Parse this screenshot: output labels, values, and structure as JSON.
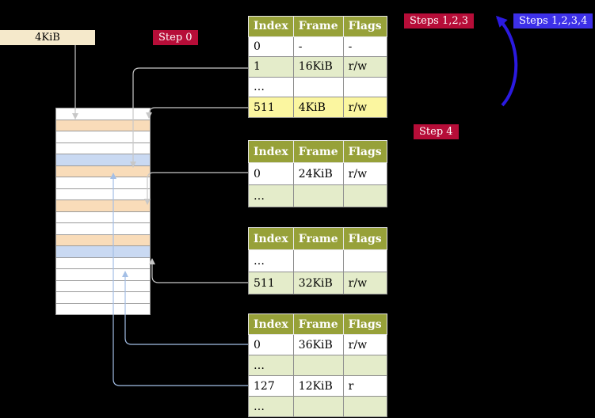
{
  "colors": {
    "background": "#000000",
    "table_header_bg": "#97a139",
    "table_row_alt_bg": "#e4ecca",
    "table_row_highlight_bg": "#fbf6a0",
    "memory_pagetable_frame": "#f9dcb9",
    "memory_mapped_frame": "#c9d9f2",
    "memory_free_frame": "#ffffff",
    "frame_box_bg": "#f5e9cb",
    "badge_crimson_bg": "#b60d38",
    "badge_blue_bg": "#3d30e8",
    "arrow_gray": "#c8c8c8",
    "arrow_light_blue": "#a4bfe6",
    "arrow_blue": "#2b1ae0"
  },
  "frame_box": {
    "label": "4KiB"
  },
  "badges": {
    "step0": "Step 0",
    "steps123": "Steps 1,2,3",
    "steps1234": "Steps 1,2,3,4",
    "step4": "Step 4"
  },
  "tables": [
    {
      "headers": [
        "Index",
        "Frame",
        "Flags"
      ],
      "rows": [
        {
          "cells": [
            "0",
            "-",
            "-"
          ],
          "style": "plain"
        },
        {
          "cells": [
            "1",
            "16KiB",
            "r/w"
          ],
          "style": "alt"
        },
        {
          "cells": [
            "…",
            "",
            ""
          ],
          "style": "plain"
        },
        {
          "cells": [
            "511",
            "4KiB",
            "r/w"
          ],
          "style": "highlight"
        }
      ]
    },
    {
      "headers": [
        "Index",
        "Frame",
        "Flags"
      ],
      "rows": [
        {
          "cells": [
            "0",
            "24KiB",
            "r/w"
          ],
          "style": "plain"
        },
        {
          "cells": [
            "…",
            "",
            ""
          ],
          "style": "alt"
        }
      ]
    },
    {
      "headers": [
        "Index",
        "Frame",
        "Flags"
      ],
      "rows": [
        {
          "cells": [
            "…",
            "",
            ""
          ],
          "style": "plain"
        },
        {
          "cells": [
            "511",
            "32KiB",
            "r/w"
          ],
          "style": "alt"
        }
      ]
    },
    {
      "headers": [
        "Index",
        "Frame",
        "Flags"
      ],
      "rows": [
        {
          "cells": [
            "0",
            "36KiB",
            "r/w"
          ],
          "style": "plain"
        },
        {
          "cells": [
            "…",
            "",
            ""
          ],
          "style": "alt"
        },
        {
          "cells": [
            "127",
            "12KiB",
            "r"
          ],
          "style": "plain"
        },
        {
          "cells": [
            "…",
            "",
            ""
          ],
          "style": "alt"
        }
      ]
    }
  ],
  "memory": {
    "rows": [
      {
        "color": "white"
      },
      {
        "color": "orange"
      },
      {
        "color": "white"
      },
      {
        "color": "white"
      },
      {
        "color": "blue"
      },
      {
        "color": "orange"
      },
      {
        "color": "white"
      },
      {
        "color": "white"
      },
      {
        "color": "orange"
      },
      {
        "color": "white"
      },
      {
        "color": "white"
      },
      {
        "color": "orange"
      },
      {
        "color": "blue"
      },
      {
        "color": "white"
      },
      {
        "color": "white"
      },
      {
        "color": "white"
      },
      {
        "color": "white"
      },
      {
        "color": "white"
      }
    ]
  }
}
